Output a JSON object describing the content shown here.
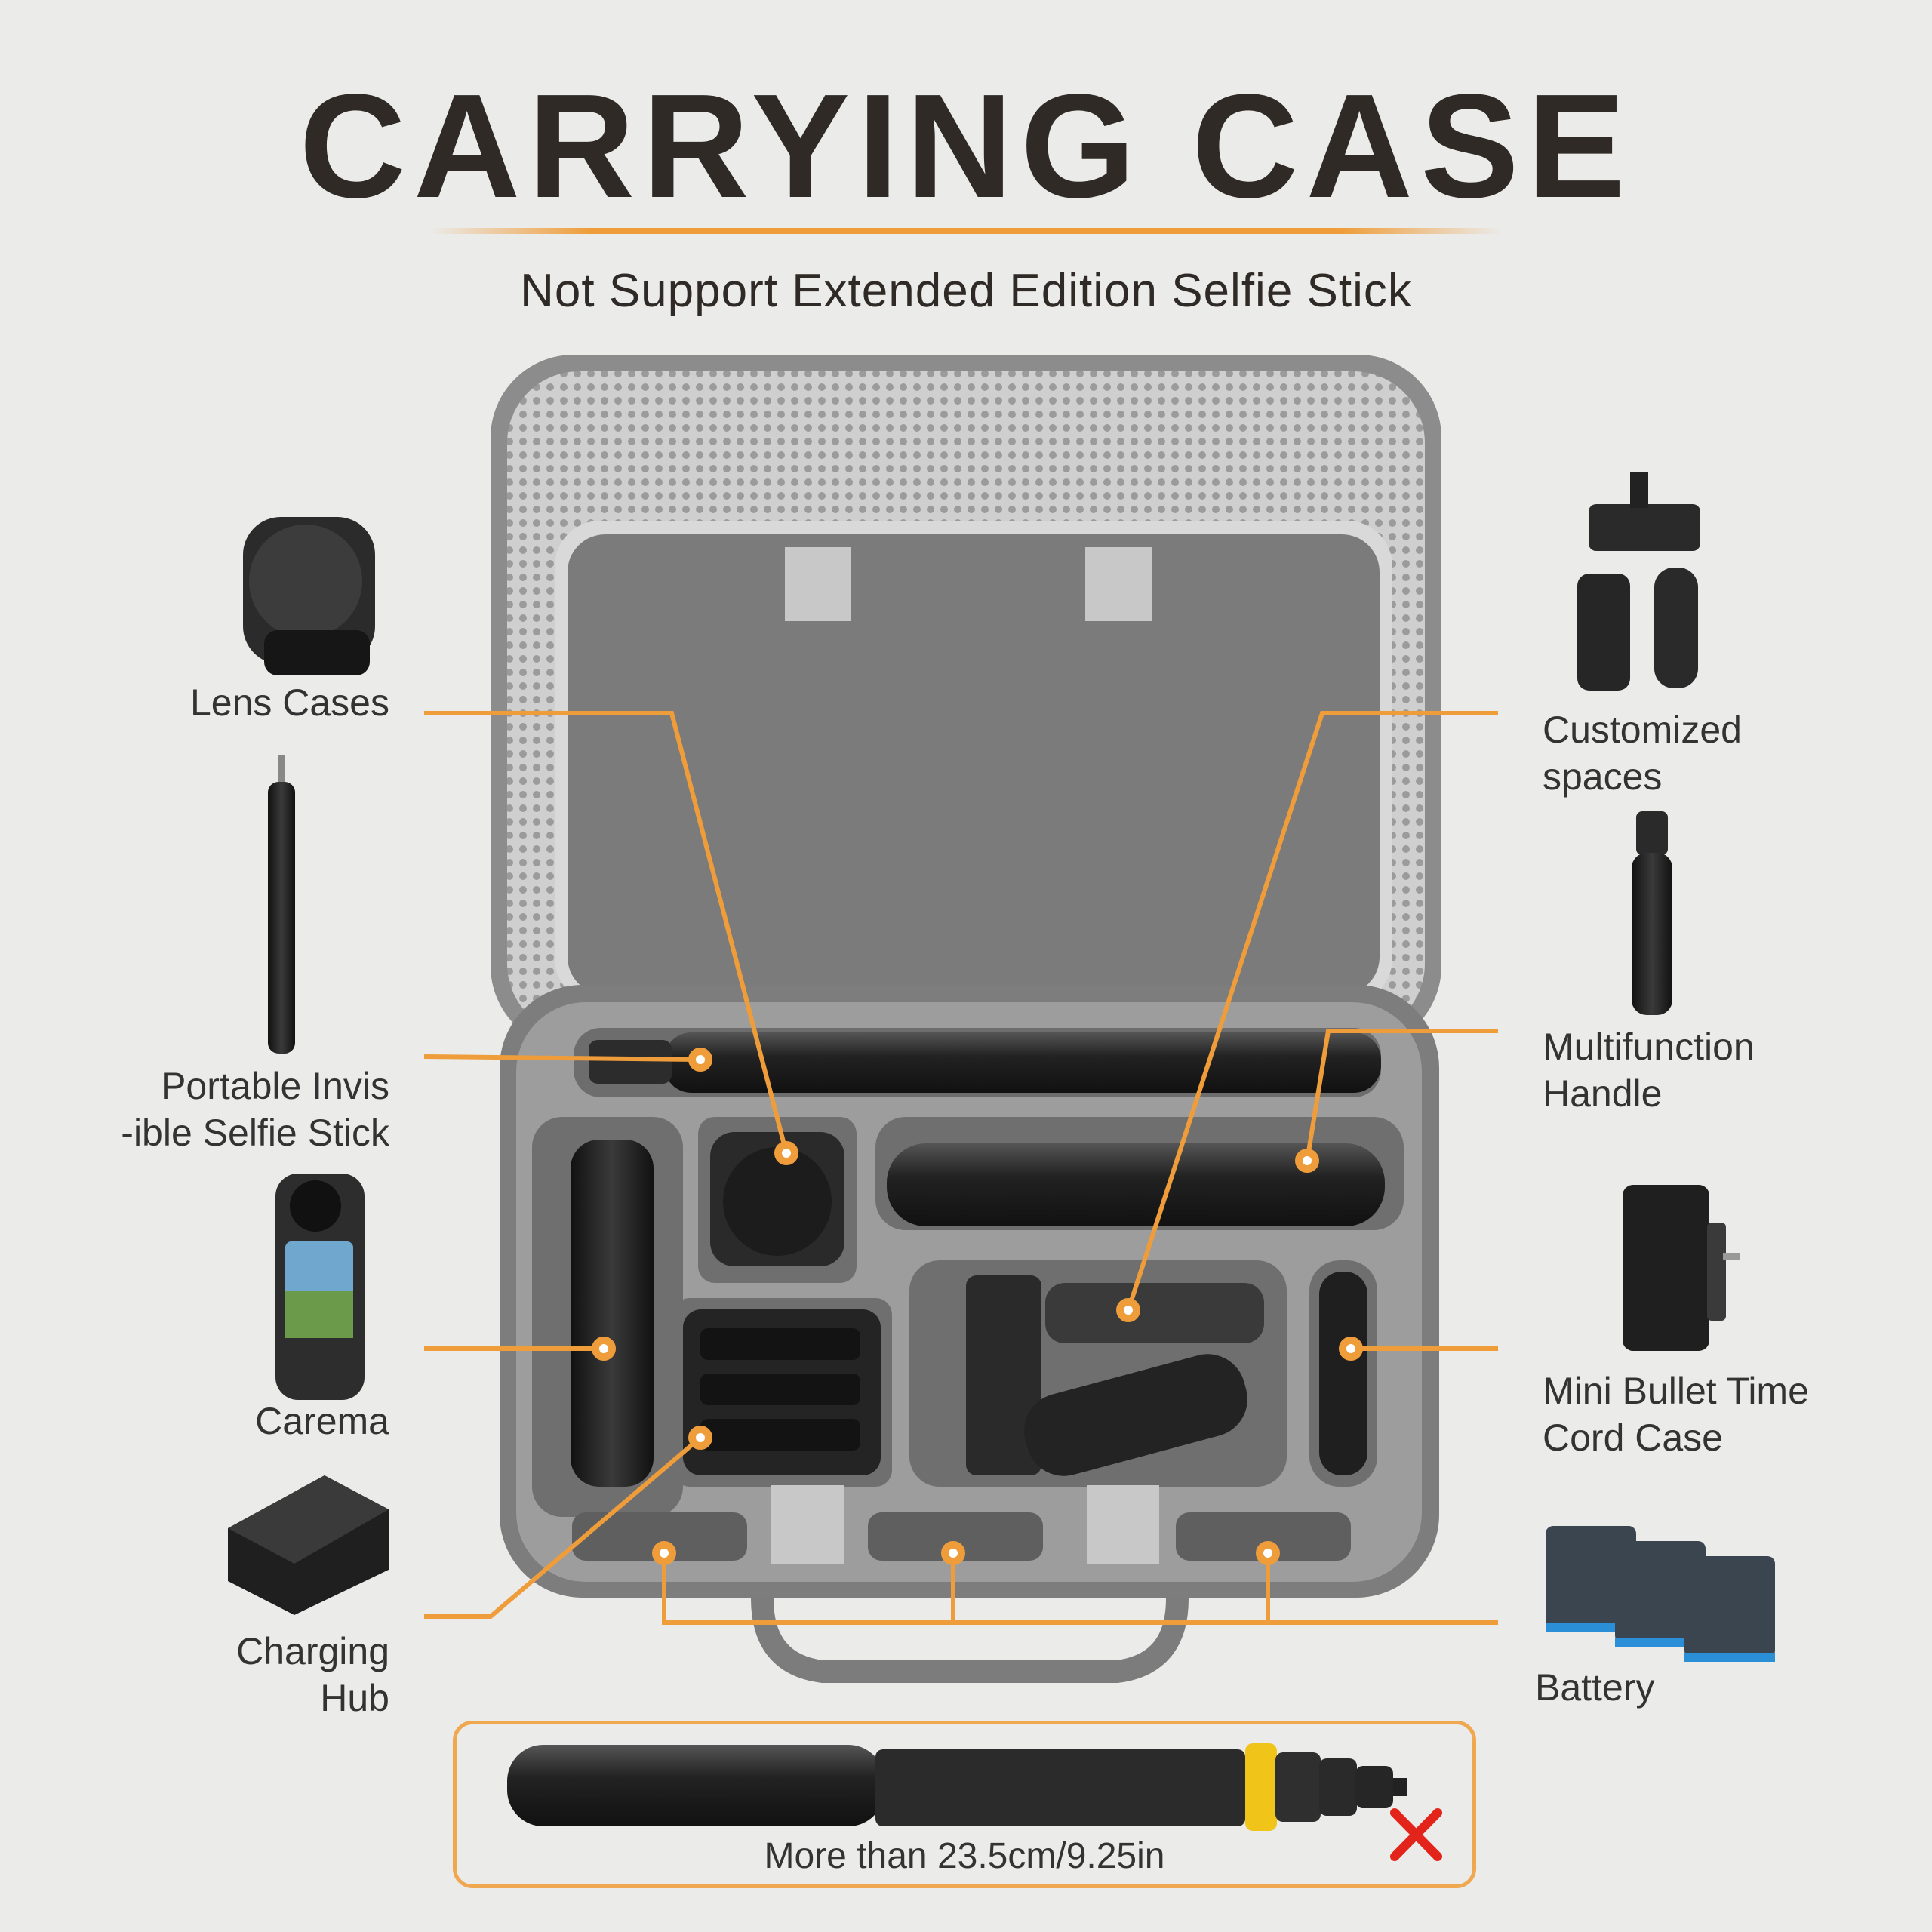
{
  "header": {
    "title": "CARRYING CASE",
    "subtitle": "Not Support Extended Edition Selfie Stick"
  },
  "colors": {
    "accent": "#EF9D3A",
    "background": "#EBEBEA",
    "title": "#2F2A25",
    "case_shell": "#8E8E8E",
    "case_lining": "#8A8A8A",
    "warning": "#E3241B"
  },
  "labels": {
    "lens_cases": "Lens Cases",
    "selfie_stick_line1": "Portable Invis",
    "selfie_stick_line2": "-ible Selfie Stick",
    "camera": "Carema",
    "charging_hub_line1": "Charging",
    "charging_hub_line2": "Hub",
    "customized_line1": "Customized",
    "customized_line2": "spaces",
    "handle_line1": "Multifunction",
    "handle_line2": "Handle",
    "bullet_time_line1": "Mini Bullet Time",
    "bullet_time_line2": "Cord Case",
    "battery": "Battery"
  },
  "notice": {
    "text": "More than 23.5cm/9.25in",
    "icon": "cross-icon"
  }
}
